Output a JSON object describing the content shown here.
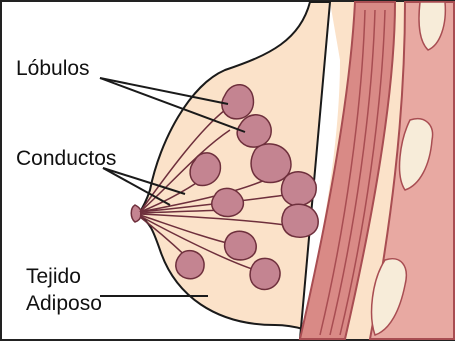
{
  "labels": {
    "lobulos": "Lóbulos",
    "conductos": "Conductos",
    "tejido": "Tejido",
    "adiposo": "Adiposo"
  },
  "colors": {
    "background": "#ffffff",
    "tissue": "#fbe2c9",
    "lobule_fill": "#c48491",
    "lobule_stroke": "#6e2f3c",
    "muscle": "#d98a86",
    "muscle_dark": "#a84d52",
    "rib": "#f2dfc9",
    "outline": "#1a1a1a"
  }
}
